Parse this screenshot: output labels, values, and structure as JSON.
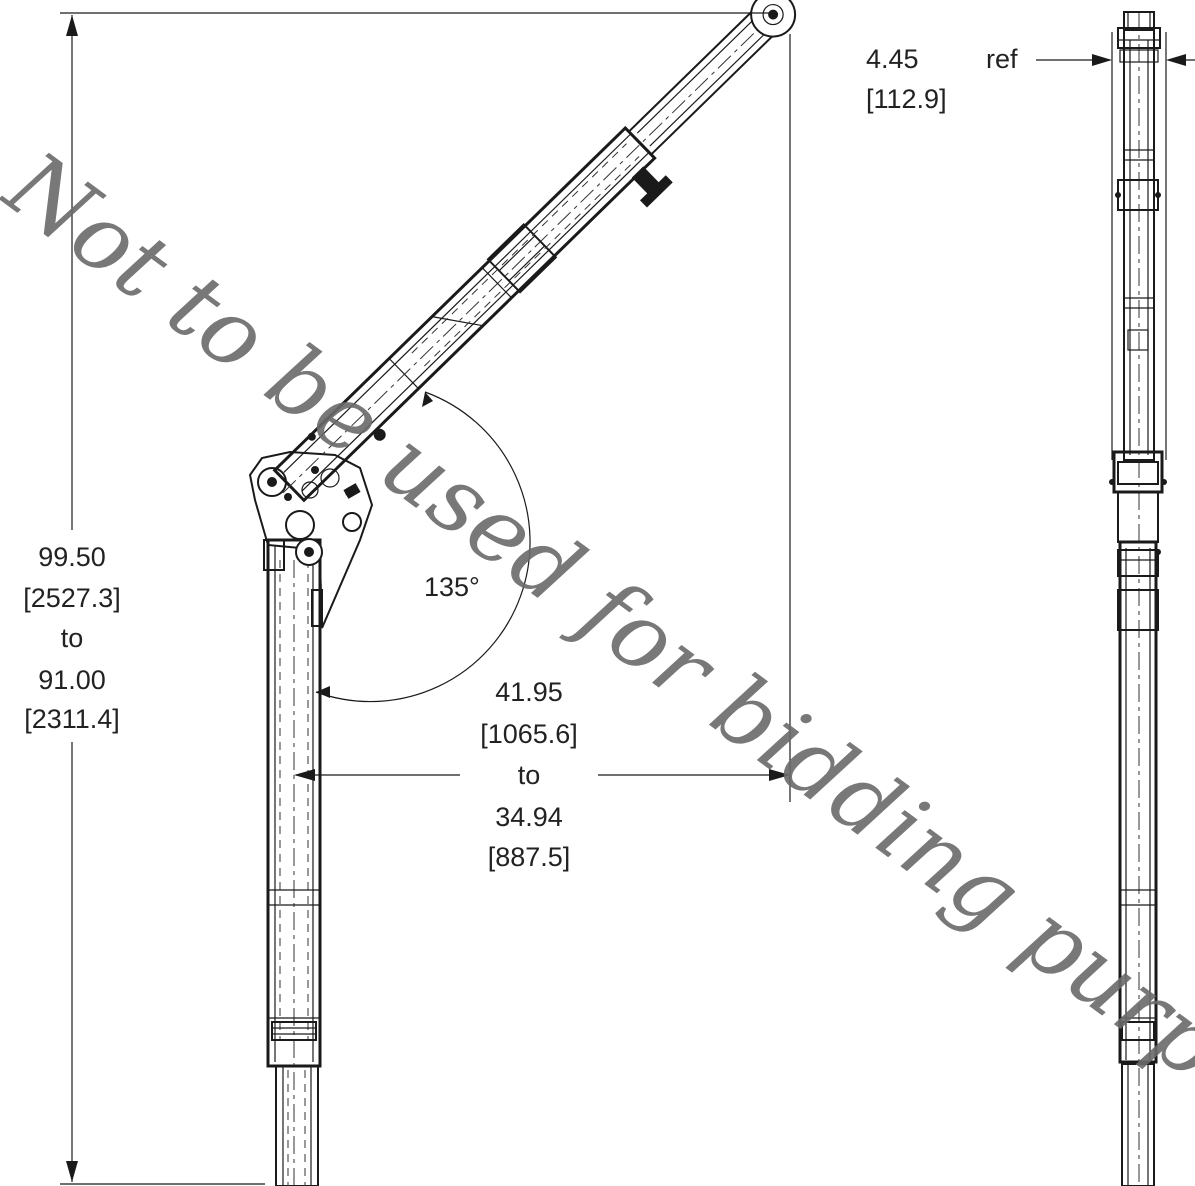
{
  "dimensions": {
    "overall_height": {
      "max": "99.50",
      "max_metric": "[2527.3]",
      "joiner": "to",
      "min": "91.00",
      "min_metric": "[2311.4]"
    },
    "reach": {
      "max": "41.95",
      "max_metric": "[1065.6]",
      "joiner": "to",
      "min": "34.94",
      "min_metric": "[887.5]"
    },
    "angle": "135°",
    "width": {
      "value": "4.45",
      "metric": "[112.9]",
      "suffix": "ref"
    }
  },
  "watermark": "Not to be used for bidding purposes",
  "colors": {
    "line": "#1a1a1a",
    "watermark": "#6a6a6a",
    "background": "#ffffff"
  }
}
